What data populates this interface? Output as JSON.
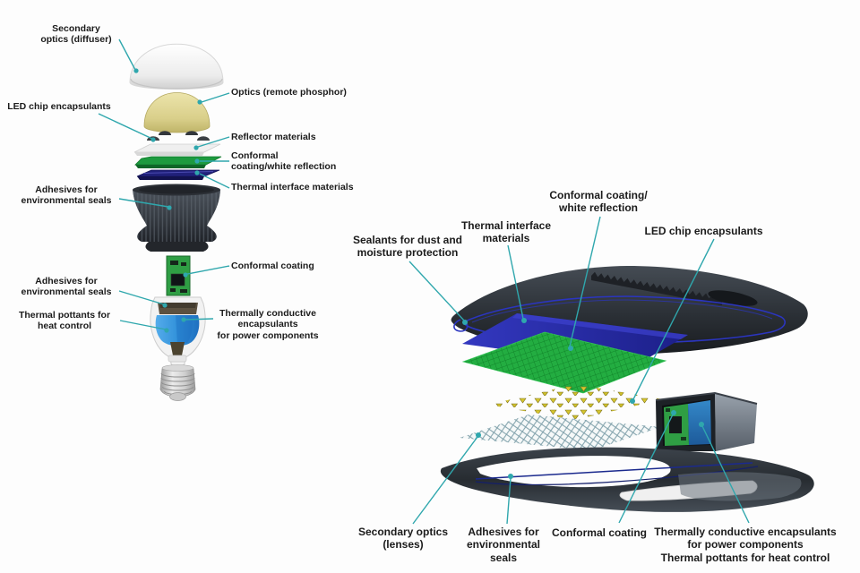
{
  "figure": {
    "description": "Exploded-view diagrams of an LED bulb (left) and an LED street light (right) with component callout labels",
    "background_color": "#fdfdfd",
    "leader_line_color": "#2fa7ad",
    "label_text_color": "#1b1b1b"
  },
  "bulb_diagram": {
    "name": "led-bulb-exploded-view",
    "labels": [
      {
        "id": "secondary-optics-diffuser",
        "text": "Secondary\noptics (diffuser)"
      },
      {
        "id": "led-chip-encapsulants",
        "text": "LED chip encapsulants"
      },
      {
        "id": "optics-remote-phosphor",
        "text": "Optics (remote phosphor)"
      },
      {
        "id": "reflector-materials",
        "text": "Reflector materials"
      },
      {
        "id": "conformal-coating-white-reflection",
        "text": "Conformal\ncoating/white reflection"
      },
      {
        "id": "thermal-interface-materials",
        "text": "Thermal interface materials"
      },
      {
        "id": "adhesives-environmental-seals-top",
        "text": "Adhesives for\nenvironmental seals"
      },
      {
        "id": "conformal-coating",
        "text": "Conformal coating"
      },
      {
        "id": "adhesives-environmental-seals-bottom",
        "text": "Adhesives for\nenvironmental seals"
      },
      {
        "id": "thermal-pottants-heat-control",
        "text": "Thermal pottants for\nheat control"
      },
      {
        "id": "thermally-conductive-encapsulants",
        "text": "Thermally conductive\nencapsulants\nfor power components"
      }
    ]
  },
  "streetlight_diagram": {
    "name": "led-streetlight-exploded-view",
    "labels": [
      {
        "id": "sealants-dust-moisture",
        "text": "Sealants for dust and\nmoisture protection"
      },
      {
        "id": "thermal-interface-materials",
        "text": "Thermal interface\nmaterials"
      },
      {
        "id": "conformal-coating-white-reflection",
        "text": "Conformal coating/\nwhite reflection"
      },
      {
        "id": "led-chip-encapsulants",
        "text": "LED chip encapsulants"
      },
      {
        "id": "secondary-optics-lenses",
        "text": "Secondary optics\n(lenses)"
      },
      {
        "id": "adhesives-environmental-seals",
        "text": "Adhesives for\nenvironmental\nseals"
      },
      {
        "id": "conformal-coating",
        "text": "Conformal coating"
      },
      {
        "id": "thermally-conductive-encapsulants",
        "text": "Thermally conductive encapsulants\nfor power components"
      },
      {
        "id": "thermal-pottants-heat-control",
        "text": "Thermal pottants for heat control"
      }
    ]
  },
  "component_colors": {
    "diffuser_white": "#f2f2f2",
    "phosphor_yellow": "#d9cf8a",
    "pcb_green": "#2f9e44",
    "grid_green": "#23ad41",
    "thermal_plate_blue": "#2a2fae",
    "navy_plate": "#1d1d78",
    "pottant_blue": "#2e8fd8",
    "housing_charcoal": "#2b3036",
    "seal_blue": "#2b35c0"
  }
}
